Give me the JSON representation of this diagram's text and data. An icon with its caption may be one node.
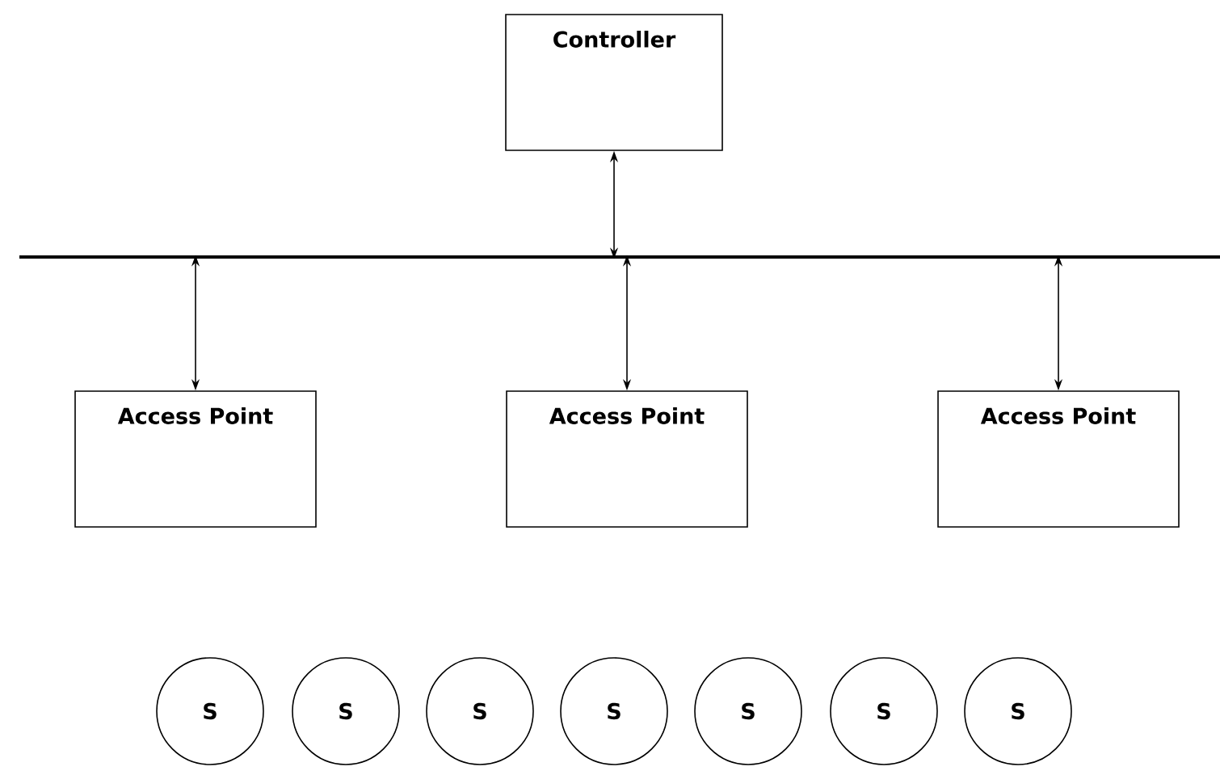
{
  "diagram": {
    "nodes": [
      {
        "text": [
          "Controller"
        ]
      },
      {
        "text": [],
        "shape": "bar"
      },
      {
        "text": [
          "Access Point"
        ]
      },
      {
        "text": [
          "Access Point"
        ]
      },
      {
        "text": [
          "Access Point"
        ]
      },
      {
        "text": [
          "S"
        ]
      },
      {
        "text": [
          "S"
        ]
      },
      {
        "text": [
          "S"
        ]
      },
      {
        "text": [
          "S"
        ]
      },
      {
        "text": [
          "S"
        ]
      },
      {
        "text": [
          "S"
        ]
      },
      {
        "text": [
          "S"
        ]
      }
    ],
    "edges": [
      {
        "from": 0,
        "to": 1,
        "arrow": "both"
      },
      {
        "from": 1,
        "to": 2,
        "arrow": "both"
      },
      {
        "from": 1,
        "to": 3,
        "arrow": "both"
      },
      {
        "from": 1,
        "to": 4,
        "arrow": "both"
      }
    ]
  }
}
